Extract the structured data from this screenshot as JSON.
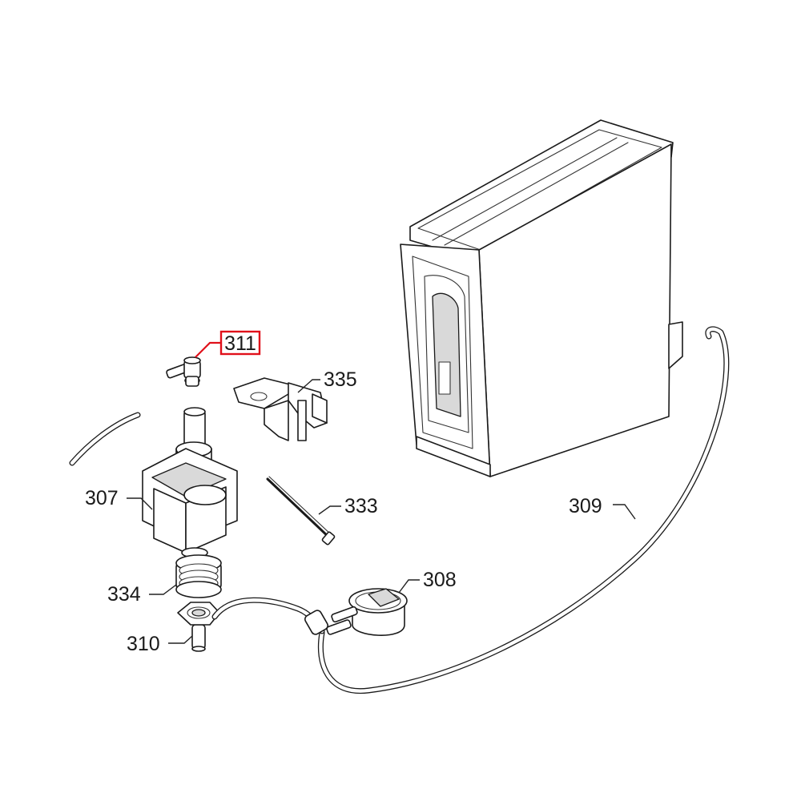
{
  "diagram": {
    "highlight_color": "#e0101a",
    "line_color": "#1a1a1a",
    "callouts": [
      {
        "id": "311",
        "label": "311",
        "highlighted": true
      },
      {
        "id": "335",
        "label": "335",
        "highlighted": false
      },
      {
        "id": "307",
        "label": "307",
        "highlighted": false
      },
      {
        "id": "333",
        "label": "333",
        "highlighted": false
      },
      {
        "id": "309",
        "label": "309",
        "highlighted": false
      },
      {
        "id": "308",
        "label": "308",
        "highlighted": false
      },
      {
        "id": "334",
        "label": "334",
        "highlighted": false
      },
      {
        "id": "310",
        "label": "310",
        "highlighted": false
      }
    ]
  }
}
